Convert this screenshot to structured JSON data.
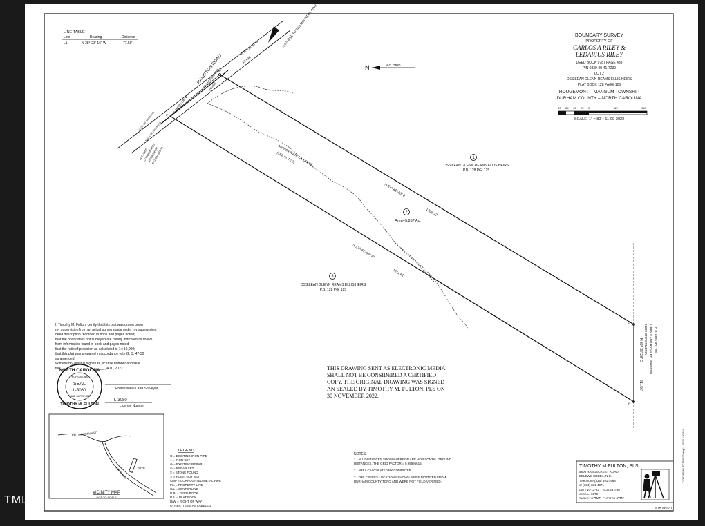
{
  "line_table": {
    "title": "LINE TABLE",
    "headers": [
      "Line",
      "Bearing",
      "Distance"
    ],
    "row": [
      "L1",
      "N 38°-23'-16\" W",
      "77.59'"
    ]
  },
  "title_block": {
    "heading": "BOUNDARY SURVEY",
    "subheading": "PROPERTY OF",
    "owner1": "CARLOS A RILEY &",
    "owner2": "LEDARIUS RILEY",
    "deed": "DEED BOOK 9787 PAGE 438",
    "pin": "PIN 0839-09-41-7239",
    "lot": "LOT 2",
    "heirs": "OSSILEAN GLENN REAMS ELLIS HEIRS",
    "plat": "PLAT BOOK 128 PAGE 125",
    "township": "ROUGEMONT – MANGUM TOWNSHIP",
    "county": "DURHAM COUNTY – NORTH CAROLINA",
    "scale_ticks": [
      "80'",
      "60'",
      "40'",
      "20'",
      "0",
      "80'",
      "160'"
    ],
    "scale_line": "SCALE: 1\" = 80'  •  11-09-2022"
  },
  "map_labels": {
    "road": "HAMPTON ROAD",
    "road_row": "(60' PUBLIC R/W)",
    "road_dim": "260.96'",
    "to_red_mountain": "+/-0.5 MILE TO RED MOUNTAIN ROAD",
    "road_bearing": "N 47°-18'-57\" E",
    "road_dist": "133.98'",
    "north_arrow": "N.C. GRID",
    "north": "N",
    "edge_pavement_1": "EDGE OF PAVEMENT",
    "edge_pavement_2": "EDGE OF PAVEMENT",
    "grid_coord_1": "N.C. GRID",
    "grid_coord_2": "COORDINATES",
    "grid_coord_3": "N=868,895.64",
    "grid_coord_4": "E=2,034,869.91",
    "front_bearing": "N 38°-20'-08\" W",
    "creek_label": "APPROXIMATE C/L CREEK",
    "creek_note": "(SEE NOTE 3)",
    "lot1_num": "1",
    "lot1_name": "OSSILEAN GLENN REAMS ELLIS HEIRS",
    "lot1_plat": "P.B. 128 PG. 125",
    "north_line_bearing": "N 51°-46'-46\" E",
    "north_line_dist": "1338.12'",
    "lot2_num": "2",
    "area": "Area=5.857 Ac.",
    "south_line_bearing": "S 51°-47'-08\" W",
    "south_line_dist": "1311.61'",
    "lot3_num": "3",
    "lot3_name": "OSSILEAN GLENN REAMS ELLIS HEIRS",
    "lot3_plat": "P.B. 128 PG. 125",
    "rear_bearing": "N 89°-38'-28\" E",
    "rear_dist": "211.56'",
    "adjoiner_1": "NOW OR FORMERLY",
    "adjoiner_2": "LIBBY S AND RICHARD JOHNSON",
    "adjoiner_3": "D.B. 6826 PG. 355",
    "ip": "IP",
    "ips": "IPS"
  },
  "certification": {
    "text": [
      "I, Timothy M. Fulton, certify that this plat was drawn under",
      "my supervision from an actual survey made under my supervision;",
      "deed description recorded in book and pages noted;",
      "that the boundaries not surveyed are clearly indicated as drawn",
      "from information found in book and pages noted;",
      "that the ratio of precision as calculated is 1:+10,000;",
      "that this plat was prepared in accordance with G. S. 47-30",
      "as amended.",
      "Witness my original signature, license number and seal",
      "this_______day of___________, A.D., 2022."
    ],
    "seal_top": "NORTH CAROLINA",
    "seal_mid1": "PROFESSIONAL",
    "seal_word": "SEAL",
    "seal_num": "L-3080",
    "seal_mid2": "LAND SURVEYOR",
    "seal_bottom": "TIMOTHY M. FULTON",
    "signature_label": "Professional Land Surveyor",
    "license": "L-3080",
    "license_label": "License Number"
  },
  "electronic_notice": [
    "THIS DRAWING SENT AS ELECTRONIC MEDIA",
    "SHALL NOT BE CONSIDERED A CERTIFIED",
    "COPY. THE ORIGINAL DRAWING WAS SIGNED",
    "AN SEALED BY TIMOTHY M. FULTON, PLS ON",
    "30 NOVEMBER 2022."
  ],
  "vicinity_map": {
    "title": "VICINITY MAP",
    "subtitle": "NOT TO SCALE",
    "road1": "RED MOUNTAIN RD",
    "road2": "HAMPTON RD",
    "site": "SITE"
  },
  "legend": {
    "title": "LEGEND",
    "items": [
      "O  =  EXISTING IRON PIPE",
      "●  =  IRON SET",
      "⊕  =  EXISTING REBAR",
      "⊙  =  REBAR SET",
      "□  =  STONE FOUND",
      "△  =  POINT NOT SET",
      "CMP  =  CORRUGATED METAL PIPE",
      "P/L  =  PROPERTY LINE",
      "C/L  =  CENTERLINE",
      "D.B.  =  DEED BOOK",
      "P.B.  =  PLAT BOOK",
      "R/W  =  RIGHT OF WAY",
      "OTHER ITEMS AS LABELED"
    ]
  },
  "notes": {
    "title": "NOTES:",
    "items": [
      "1 - ALL DISTANCES SHOWN HEREON ARE HORIZONTAL GROUND",
      "DISTANCES. THE GRID FACTOR = 0.99995615.",
      "2 - AREA CALCULATED BY COMPUTER.",
      "3 - THE CREEKS LOCATIONS SHOWN WERE DIGITIZED FROM",
      "DURHAM COUNTY TOPO AND WERE NOT FIELD VERIFIED."
    ]
  },
  "surveyor_block": {
    "name": "TIMOTHY M FULTON, PLS",
    "address1": "5806 RANGECREST ROAD",
    "address2": "BELEWS CREEK, N.C.",
    "phone1": "Telephone (336) 491-1968",
    "phone2": "or (724) 381-4071",
    "date_label": "DATE",
    "date": "10-12-22",
    "scale_label": "SCALE",
    "scale": "1\"=80'",
    "job_label": "JOB No.",
    "job": "6070",
    "survey_label": "SURVEY BY",
    "survey_by": "TMF",
    "plot_label": "PLOTTED BY",
    "plot_by": "TMF",
    "job_footer": "JOB #6070"
  },
  "side_stamp": "C:\\DATA\\PROJECTS\\6070.dwg 11-09-22 4:00 PM",
  "watermark": "TMLS"
}
